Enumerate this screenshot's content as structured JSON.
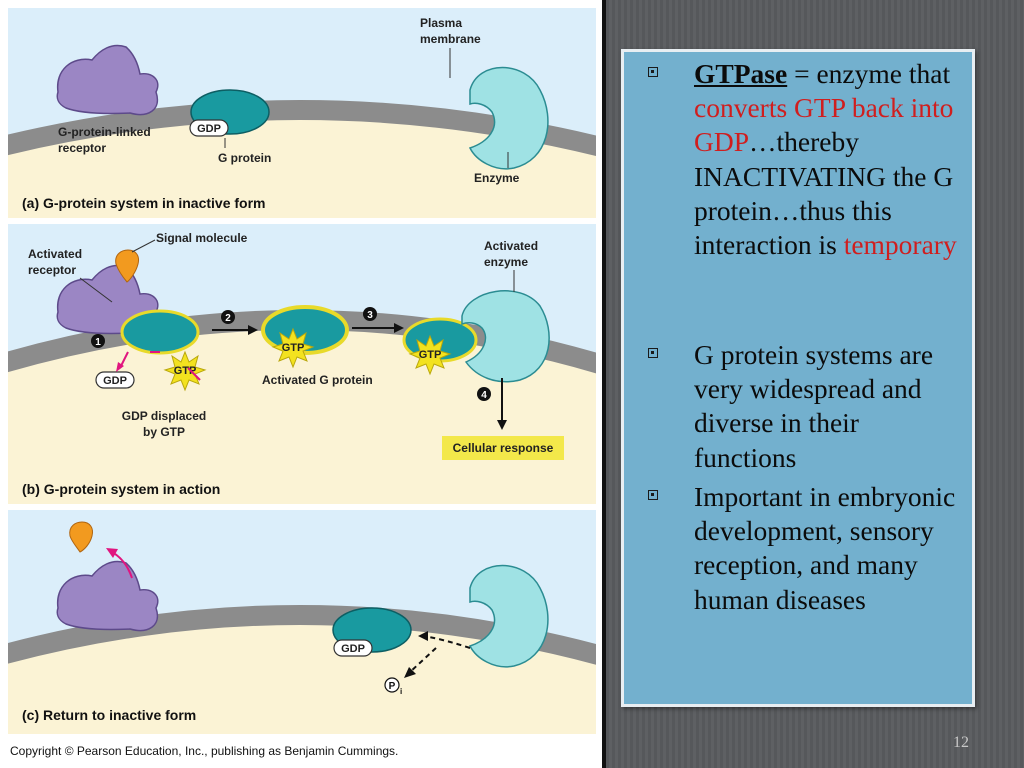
{
  "figure": {
    "panel_a": {
      "label_plasma": "Plasma",
      "label_membrane": "membrane",
      "label_receptor_1": "G-protein-linked",
      "label_receptor_2": "receptor",
      "label_gdp": "GDP",
      "label_gprotein": "G protein",
      "label_enzyme": "Enzyme",
      "caption": "(a) G-protein system in inactive form"
    },
    "panel_b": {
      "label_signal": "Signal molecule",
      "label_activated_receptor_1": "Activated",
      "label_activated_receptor_2": "receptor",
      "label_activated_enzyme_1": "Activated",
      "label_activated_enzyme_2": "enzyme",
      "step1": "1",
      "step2": "2",
      "step3": "3",
      "step4": "4",
      "label_gdp": "GDP",
      "label_gtp": "GTP",
      "label_activated_gprotein": "Activated G protein",
      "label_displaced_1": "GDP displaced",
      "label_displaced_2": "by GTP",
      "label_cellular_response": "Cellular response",
      "caption": "(b) G-protein system in action"
    },
    "panel_c": {
      "label_gdp": "GDP",
      "label_pi": "P",
      "label_pi_sub": "i",
      "caption": "(c) Return to inactive form"
    },
    "copyright": "Copyright © Pearson Education, Inc., publishing as Benjamin Cummings."
  },
  "bullets": [
    {
      "term": "GTPase",
      "t1": " = enzyme that ",
      "red1": "converts GTP back into GDP",
      "t2": "…thereby INACTIVATING the G protein…thus this interaction is ",
      "red2": "temporary"
    },
    {
      "text": "G protein systems are very widespread and diverse in their functions"
    },
    {
      "text": "Important in embryonic development, sensory reception, and many human diseases"
    }
  ],
  "page_number": "12",
  "colors": {
    "panel_bg": "#dbeefa",
    "cytoplasm": "#fbf3d5",
    "membrane": "#8c8c8c",
    "receptor": "#9b86c4",
    "gprotein": "#199aa0",
    "enzyme": "#9fe2e4",
    "signal": "#f29a1f",
    "gtp": "#f3e21f",
    "text_box": "#73b0ce",
    "red_text": "#d01e1e"
  }
}
